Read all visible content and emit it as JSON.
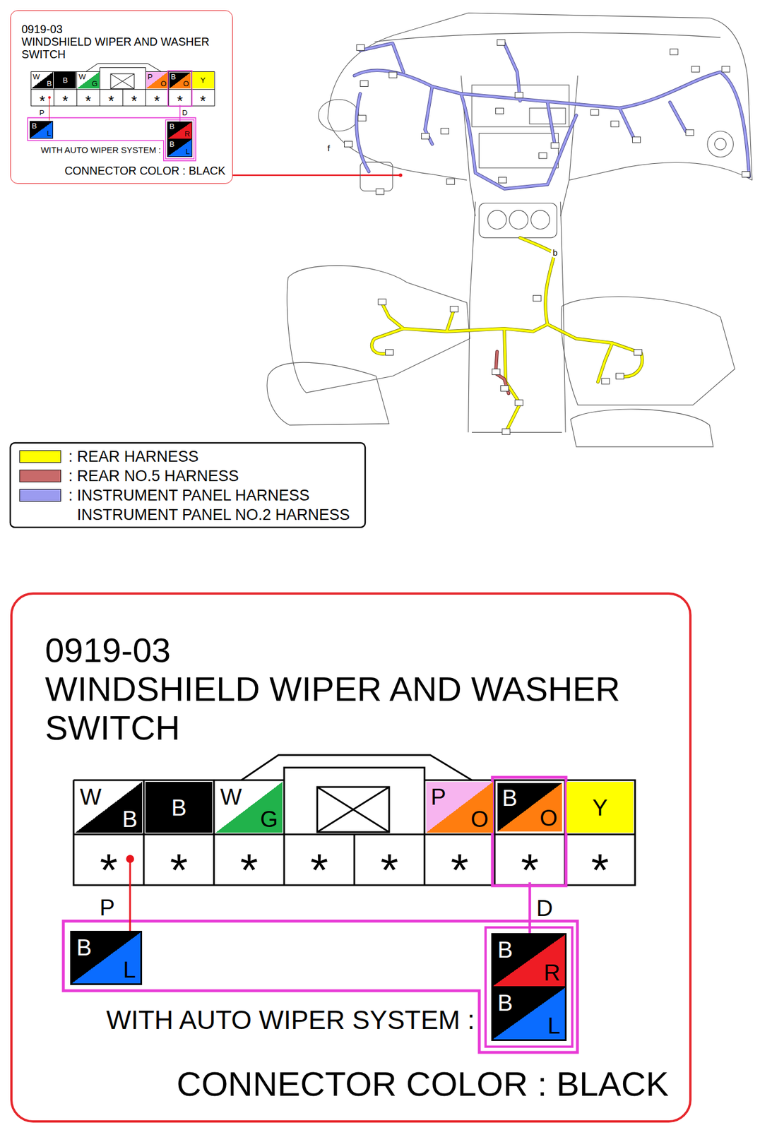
{
  "diagram": {
    "nodes": [
      {
        "text": [
          "0919-03",
          "WINDSHIELD WIPER AND WASHER SWITCH",
          "CONNECTOR COLOR : BLACK"
        ]
      },
      {
        "text": [
          "W",
          "B"
        ],
        "in": 0
      },
      {
        "text": [
          "B"
        ],
        "in": 0
      },
      {
        "text": [
          "W",
          "G"
        ],
        "in": 0
      },
      {
        "text": [
          "P",
          "O"
        ],
        "in": 0
      },
      {
        "text": [
          "B",
          "O"
        ],
        "in": 0
      },
      {
        "text": [
          "Y"
        ],
        "in": 0
      },
      {
        "text": [
          "*"
        ],
        "in": 0
      },
      {
        "text": [
          "*"
        ],
        "in": 0
      },
      {
        "text": [
          "*"
        ],
        "in": 0
      },
      {
        "text": [
          "*"
        ],
        "in": 0
      },
      {
        "text": [
          "*"
        ],
        "in": 0
      },
      {
        "text": [
          "*"
        ],
        "in": 0
      },
      {
        "text": [
          "*"
        ],
        "in": 0
      },
      {
        "text": [
          "*"
        ],
        "in": 0
      },
      {
        "text": [
          "B",
          "L"
        ],
        "in": 0
      },
      {
        "text": [
          "B",
          "R"
        ],
        "in": 0
      },
      {
        "text": [
          "B",
          "L"
        ],
        "in": 0
      },
      {
        "text": [
          "0919-03",
          "WINDSHIELD WIPER AND WASHER SWITCH",
          "CONNECTOR COLOR : BLACK"
        ]
      },
      {
        "text": [
          "W",
          "B"
        ],
        "in": 18
      },
      {
        "text": [
          "B"
        ],
        "in": 18
      },
      {
        "text": [
          "W",
          "G"
        ],
        "in": 18
      },
      {
        "text": [
          "P",
          "O"
        ],
        "in": 18
      },
      {
        "text": [
          "B",
          "O"
        ],
        "in": 18
      },
      {
        "text": [
          "Y"
        ],
        "in": 18
      },
      {
        "text": [
          "*"
        ],
        "in": 18
      },
      {
        "text": [
          "*"
        ],
        "in": 18
      },
      {
        "text": [
          "*"
        ],
        "in": 18
      },
      {
        "text": [
          "*"
        ],
        "in": 18
      },
      {
        "text": [
          "*"
        ],
        "in": 18
      },
      {
        "text": [
          "*"
        ],
        "in": 18
      },
      {
        "text": [
          "*"
        ],
        "in": 18
      },
      {
        "text": [
          "*"
        ],
        "in": 18
      },
      {
        "text": [
          "B",
          "L"
        ],
        "in": 18
      },
      {
        "text": [
          "B",
          "R"
        ],
        "in": 18
      },
      {
        "text": [
          "B",
          "L"
        ],
        "in": 18
      }
    ],
    "edges": [
      {
        "from": 7,
        "to": 15,
        "arrow": "none",
        "label": "P"
      },
      {
        "from": 13,
        "to": 16,
        "arrow": "none",
        "label": "D"
      },
      {
        "from": 25,
        "to": 33,
        "arrow": "none",
        "label": "P"
      },
      {
        "from": 31,
        "to": 34,
        "arrow": "none",
        "label": "D"
      }
    ],
    "labels": [
      "WITH AUTO WIPER SYSTEM :",
      "f",
      "b",
      "WITH AUTO WIPER SYSTEM :"
    ],
    "legend": [
      {
        "text": ": REAR HARNESS",
        "color": "#ffff00"
      },
      {
        "text": ": REAR NO.5 HARNESS",
        "color": "#c86a6a"
      },
      {
        "text": ": INSTRUMENT PANEL HARNESS INSTRUMENT PANEL NO.2 HARNESS",
        "color": "#9b9bf0"
      }
    ]
  }
}
